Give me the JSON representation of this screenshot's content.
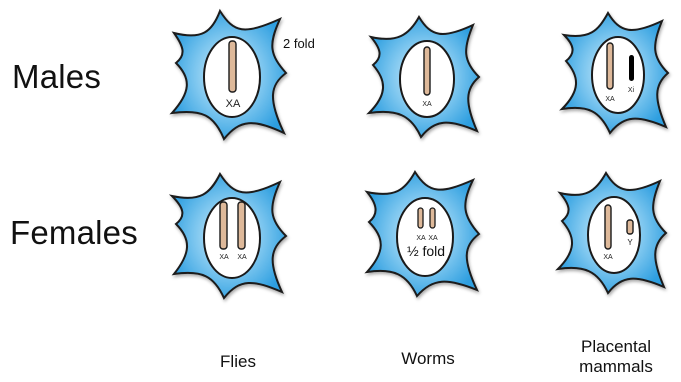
{
  "rows": {
    "males": "Males",
    "females": "Females"
  },
  "columns": {
    "flies": "Flies",
    "worms": "Worms",
    "mammals_line1": "Placental",
    "mammals_line2": "mammals"
  },
  "cells": {
    "flies_male": {
      "chrom_label": "XA",
      "note": "2 fold"
    },
    "worms_male": {
      "chrom_label": "XA"
    },
    "mammals_male": {
      "active_label": "XA",
      "inactive_label": "Xi"
    },
    "flies_female": {
      "left_label": "XA",
      "right_label": "XA"
    },
    "worms_female": {
      "left_label": "XA",
      "right_label": "XA",
      "note": "½ fold"
    },
    "mammals_female": {
      "x_label": "XA",
      "y_label": "Y"
    }
  },
  "colors": {
    "cell_blue": "#2f9fe0",
    "cell_blue_light": "#d9f0fb",
    "nucleus": "#ffffff",
    "active_chromosome": "#deb99a",
    "inactive_chromosome": "#000000",
    "outline": "#1a1a1a"
  }
}
